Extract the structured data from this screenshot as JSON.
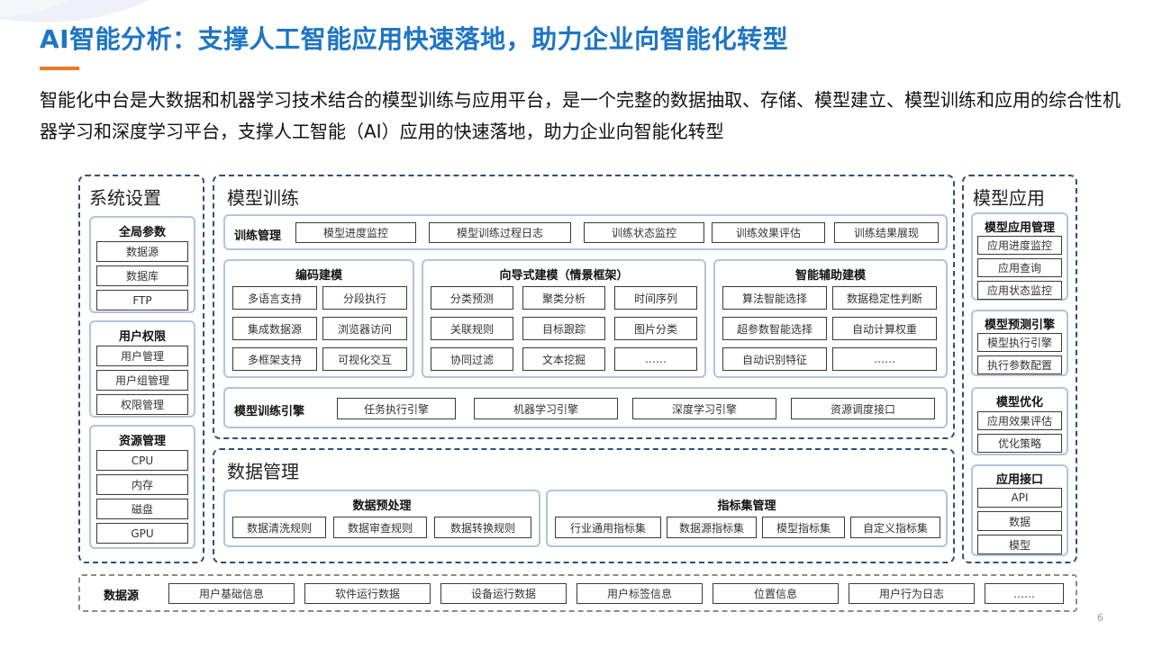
{
  "title": "AI智能分析：支撑人工智能应用快速落地，助力企业向智能化转型",
  "intro": "智能化中台是大数据和机器学习技术结合的模型训练与应用平台，是一个完整的数据抽取、存储、模型建立、模型训练和应用的综合性机器学习和深度学习平台，支撑人工智能（AI）应用的快速落地，助力企业向智能化转型",
  "system_settings": {
    "title": "系统设置",
    "global_params": {
      "title": "全局参数",
      "items": [
        "数据源",
        "数据库",
        "FTP"
      ]
    },
    "user_permissions": {
      "title": "用户权限",
      "items": [
        "用户管理",
        "用户组管理",
        "权限管理"
      ]
    },
    "resource_mgmt": {
      "title": "资源管理",
      "items": [
        "CPU",
        "内存",
        "磁盘",
        "GPU"
      ]
    }
  },
  "model_training": {
    "title": "模型训练",
    "training_mgmt": {
      "label": "训练管理",
      "items": [
        "模型进度监控",
        "模型训练过程日志",
        "训练状态监控",
        "训练效果评估",
        "训练结果展现"
      ]
    },
    "coding_modeling": {
      "title": "编码建模",
      "items": [
        "多语言支持",
        "分段执行",
        "集成数据源",
        "浏览器访问",
        "多框架支持",
        "可视化交互"
      ]
    },
    "guided_modeling": {
      "title": "向导式建模（情景框架）",
      "items": [
        "分类预测",
        "聚类分析",
        "时间序列",
        "关联规则",
        "目标跟踪",
        "图片分类",
        "协同过滤",
        "文本挖掘",
        "……"
      ]
    },
    "smart_modeling": {
      "title": "智能辅助建模",
      "items": [
        "算法智能选择",
        "数据稳定性判断",
        "超参数智能选择",
        "自动计算权重",
        "自动识别特征",
        "……"
      ]
    },
    "engine": {
      "label": "模型训练引擎",
      "items": [
        "任务执行引擎",
        "机器学习引擎",
        "深度学习引擎",
        "资源调度接口"
      ]
    }
  },
  "data_management": {
    "title": "数据管理",
    "preprocessing": {
      "title": "数据预处理",
      "items": [
        "数据清洗规则",
        "数据审查规则",
        "数据转换规则"
      ]
    },
    "indicator_sets": {
      "title": "指标集管理",
      "items": [
        "行业通用指标集",
        "数据源指标集",
        "模型指标集",
        "自定义指标集"
      ]
    }
  },
  "model_application": {
    "title": "模型应用",
    "app_mgmt": {
      "title": "模型应用管理",
      "items": [
        "应用进度监控",
        "应用查询",
        "应用状态监控"
      ]
    },
    "prediction_engine": {
      "title": "模型预测引擎",
      "items": [
        "模型执行引擎",
        "执行参数配置"
      ]
    },
    "optimization": {
      "title": "模型优化",
      "items": [
        "应用效果评估",
        "优化策略"
      ]
    },
    "app_interface": {
      "title": "应用接口",
      "items": [
        "API",
        "数据",
        "模型"
      ]
    }
  },
  "data_source": {
    "label": "数据源",
    "items": [
      "用户基础信息",
      "软件运行数据",
      "设备运行数据",
      "用户标签信息",
      "位置信息",
      "用户行为日志",
      "……"
    ]
  },
  "page_number": "6"
}
